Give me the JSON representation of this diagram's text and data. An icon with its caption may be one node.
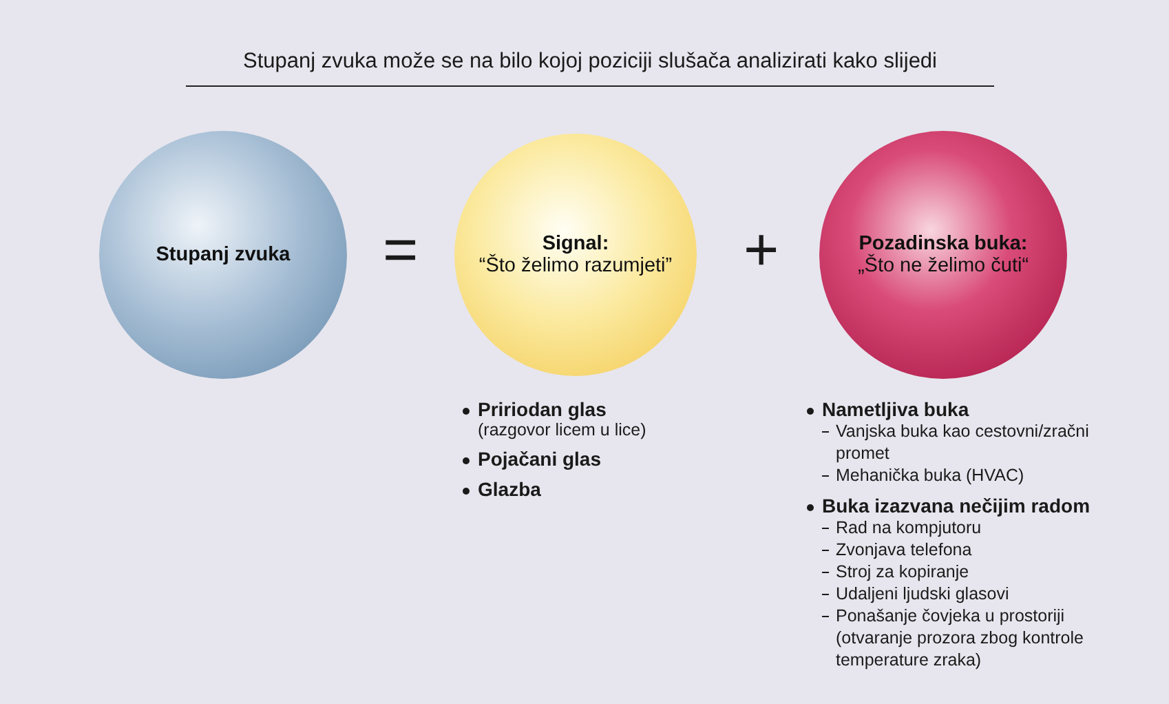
{
  "diagram": {
    "title": "Stupanj zvuka može se na bilo kojoj poziciji slušača analizirati kako slijedi",
    "nodes": [
      {
        "text": [
          "Stupanj zvuka"
        ]
      },
      {
        "text": [
          "Signal:",
          "“Što želimo razumjeti”"
        ],
        "beside": [
          "Pririodan glas",
          "(razgovor licem u lice)",
          "Pojačani glas",
          "Glazba"
        ]
      },
      {
        "text": [
          "Pozadinska buka:",
          "„Što ne želimo čuti“"
        ],
        "beside": [
          "Nametljiva buka",
          "Vanjska buka kao cestovni/zračni promet",
          "Mehanička buka (HVAC)",
          "Buka izazvana nečijim radom",
          "Rad na kompjutoru",
          "Zvonjava telefona",
          "Stroj za kopiranje",
          "Udaljeni ljudski glasovi",
          "Ponašanje čovjeka u prostoriji (otvaranje prozora zbog kontrole temperature zraka)"
        ]
      }
    ],
    "edges": [],
    "labels": [
      "=",
      "+"
    ]
  }
}
